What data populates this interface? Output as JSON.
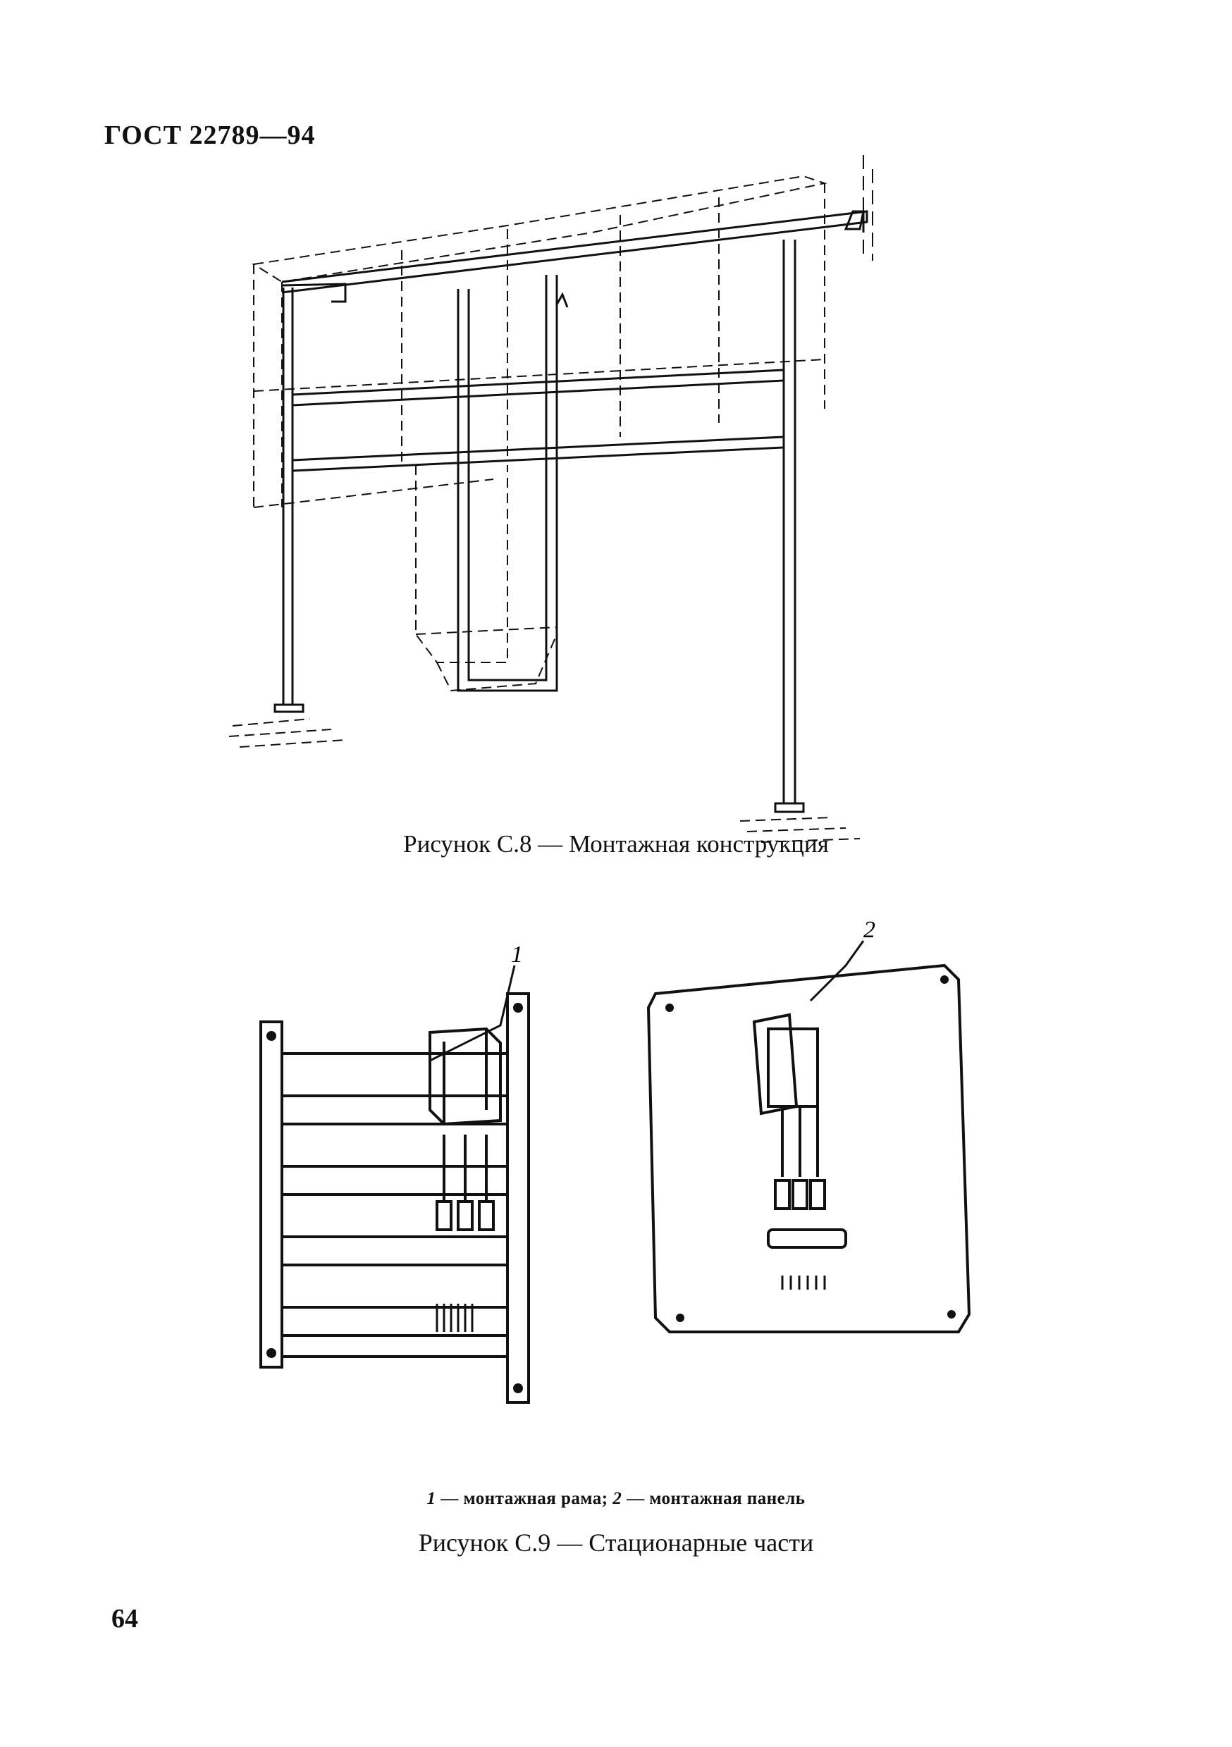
{
  "header": {
    "doc_code": "ГОСТ 22789—94"
  },
  "figure_c8": {
    "caption": "Рисунок С.8 — Монтажная конструкция"
  },
  "figure_c9": {
    "callouts": [
      "1",
      "2"
    ],
    "legend": {
      "num1": "1",
      "text1": " — монтажная рама; ",
      "num2": "2",
      "text2": " — монтажная панель"
    },
    "caption": "Рисунок С.9 — Стационарные части"
  },
  "footer": {
    "page_number": "64"
  }
}
